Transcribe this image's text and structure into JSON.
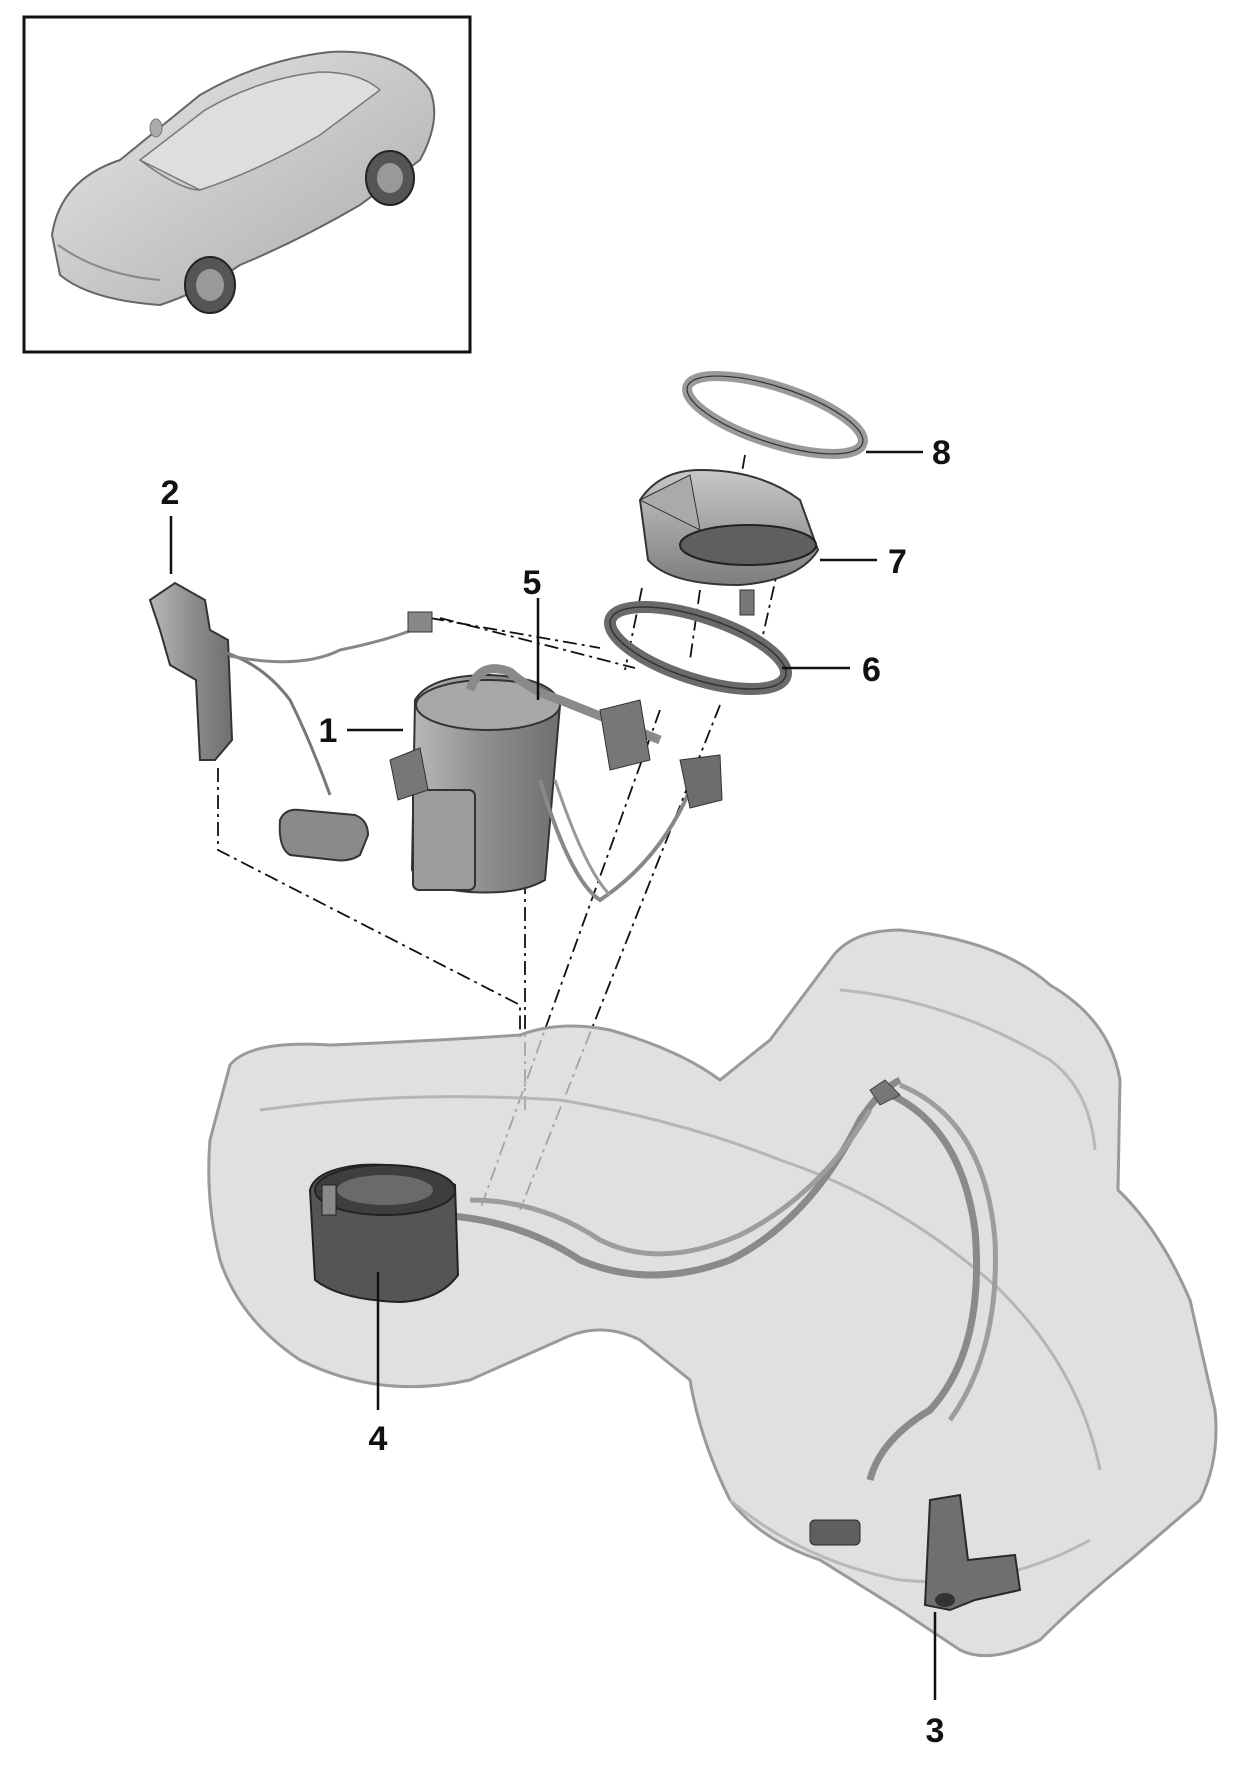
{
  "diagram": {
    "callouts": [
      {
        "id": "1",
        "label": "1"
      },
      {
        "id": "2",
        "label": "2"
      },
      {
        "id": "3",
        "label": "3"
      },
      {
        "id": "4",
        "label": "4"
      },
      {
        "id": "5",
        "label": "5"
      },
      {
        "id": "6",
        "label": "6"
      },
      {
        "id": "7",
        "label": "7"
      },
      {
        "id": "8",
        "label": "8"
      }
    ]
  },
  "colors": {
    "outline": "#111111",
    "tank_fill": "#d4d4d4",
    "tank_stroke": "#8c8c8c",
    "part_fill": "#9a9a9a",
    "part_dark": "#6e6e6e",
    "car_fill": "#cfcfcf"
  },
  "icons": {
    "inset": "car-overview-icon"
  }
}
